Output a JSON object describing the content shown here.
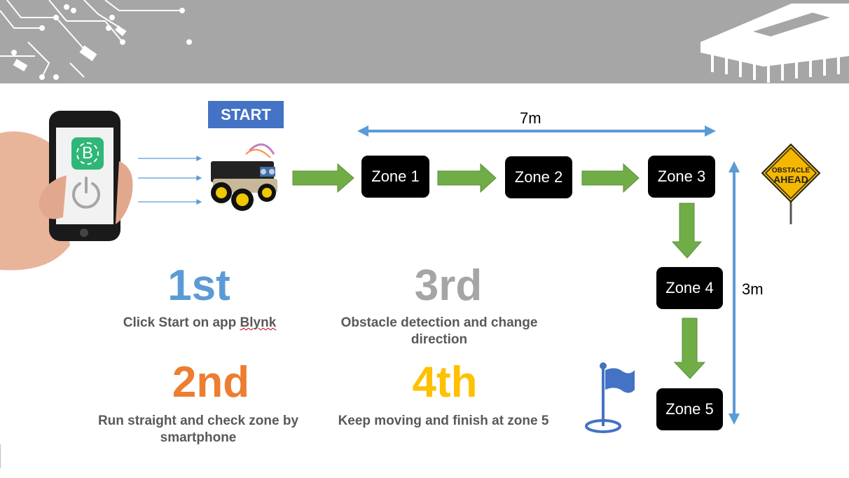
{
  "header": {
    "bg": "#a6a6a6"
  },
  "start_label": "START",
  "zones": [
    "Zone 1",
    "Zone 2",
    "Zone 3",
    "Zone 4",
    "Zone 5"
  ],
  "dimensions": {
    "width_label": "7m",
    "height_label": "3m"
  },
  "sign": {
    "line1": "OBSTACLE",
    "line2": "AHEAD"
  },
  "phone": {
    "app_letter": "B",
    "app_icon": "blynk-app-icon",
    "power_icon": "power-icon"
  },
  "steps": {
    "s1": {
      "num": "1st",
      "desc_pre": "Click Start on app ",
      "desc_word": "Blynk",
      "color": "#5b9bd5"
    },
    "s2": {
      "num": "2nd",
      "desc": "Run straight and check zone by smartphone",
      "color": "#ed7d31"
    },
    "s3": {
      "num": "3rd",
      "desc": "Obstacle detection and change direction",
      "color": "#a5a5a5"
    },
    "s4": {
      "num": "4th",
      "desc": "Keep moving and finish at zone 5",
      "color": "#ffc000"
    }
  },
  "colors": {
    "arrow_green": "#70ad47",
    "dim_blue": "#5b9bd5",
    "start_blue": "#4472c4",
    "flag_blue": "#4472c4"
  }
}
